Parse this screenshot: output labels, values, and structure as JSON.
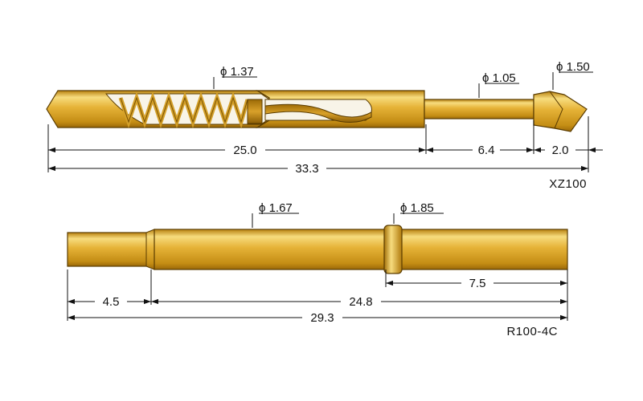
{
  "colors": {
    "gold_light": "#f6d774",
    "gold_mid": "#e3ab2a",
    "gold_dark": "#b27a0a",
    "outline": "#4a3200",
    "dimension_line": "#111111"
  },
  "probe_xz100": {
    "model": "XZ100",
    "barrel_diameter": "ϕ 1.37",
    "plunger_diameter": "ϕ 1.05",
    "tip_diameter": "ϕ 1.50",
    "len_barrel": "25.0",
    "len_plunger": "6.4",
    "len_tip": "2.0",
    "len_total": "33.3"
  },
  "receptacle_r100_4c": {
    "model": "R100-4C",
    "body_diameter": "ϕ 1.67",
    "collar_diameter": "ϕ 1.85",
    "len_tail": "4.5",
    "len_body": "24.8",
    "len_collar_to_end": "7.5",
    "len_total": "29.3"
  }
}
